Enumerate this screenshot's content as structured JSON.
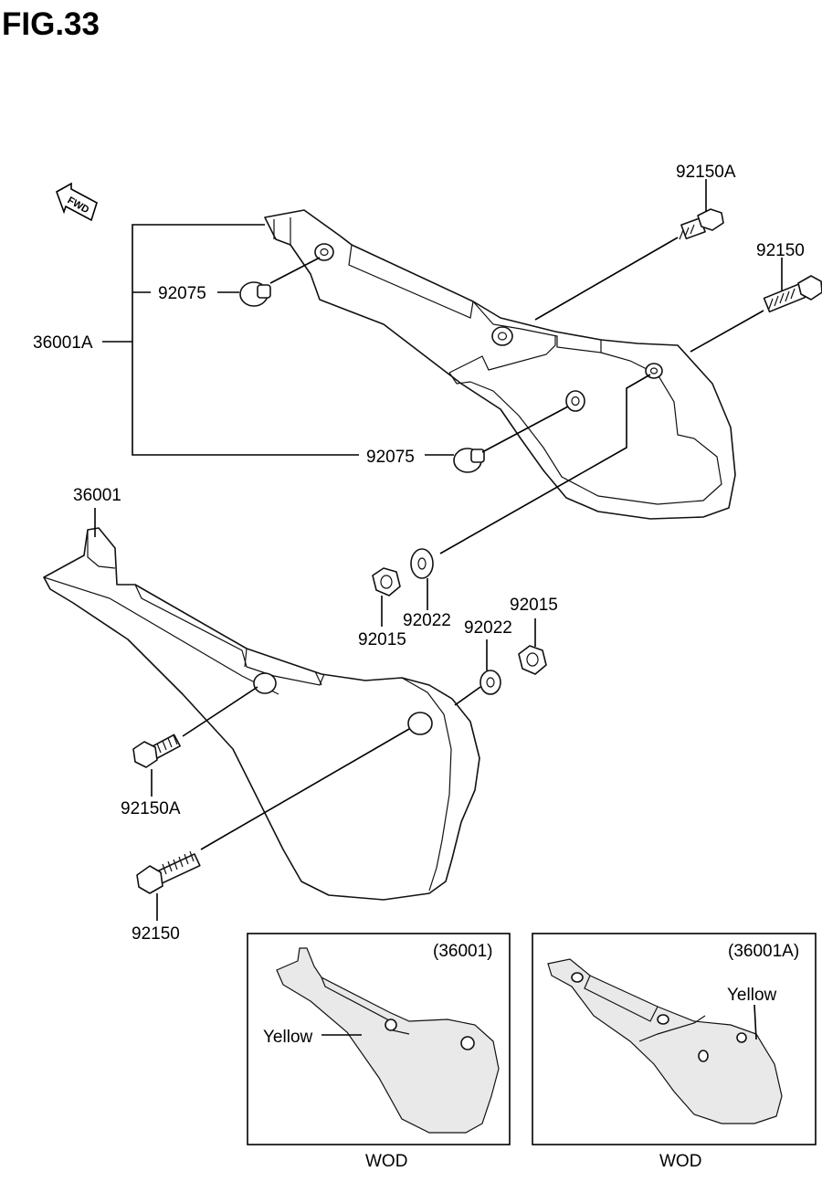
{
  "figure": {
    "title": "FIG.33",
    "fwd_label": "FWD"
  },
  "callouts": {
    "c92150A_top": "92150A",
    "c92150_top": "92150",
    "c92075_a": "92075",
    "c36001A": "36001A",
    "c92075_b": "92075",
    "c36001": "36001",
    "c92015_a": "92015",
    "c92022_a": "92022",
    "c92022_b": "92022",
    "c92015_b": "92015",
    "c92150A_bottom": "92150A",
    "c92150_bottom": "92150"
  },
  "inset_left": {
    "ref": "(36001)",
    "color_label": "Yellow",
    "caption": "WOD"
  },
  "inset_right": {
    "ref": "(36001A)",
    "color_label": "Yellow",
    "caption": "WOD"
  }
}
